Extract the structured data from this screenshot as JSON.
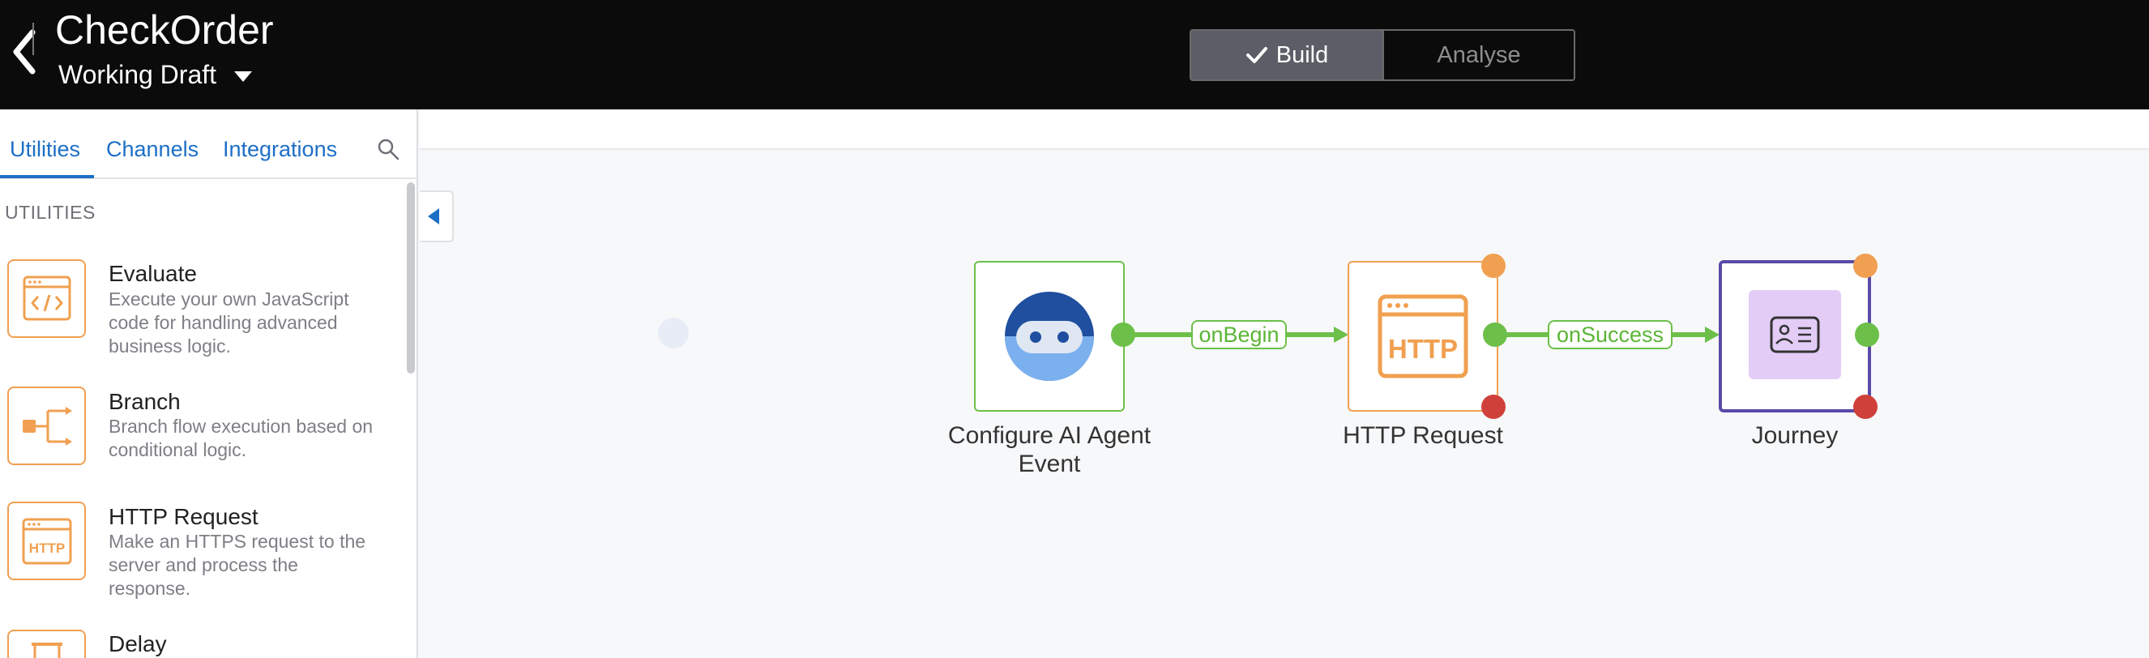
{
  "header": {
    "title": "CheckOrder",
    "version_label": "Working Draft",
    "modes": [
      {
        "label": "Build",
        "active": true
      },
      {
        "label": "Analyse",
        "active": false
      }
    ]
  },
  "sidebar": {
    "tabs": [
      {
        "label": "Utilities",
        "active": true
      },
      {
        "label": "Channels",
        "active": false
      },
      {
        "label": "Integrations",
        "active": false
      }
    ],
    "section_label": "UTILITIES",
    "items": [
      {
        "title": "Evaluate",
        "description": "Execute your own JavaScript code for handling advanced business logic.",
        "icon": "code-window-icon"
      },
      {
        "title": "Branch",
        "description": "Branch flow execution based on conditional logic.",
        "icon": "branch-icon"
      },
      {
        "title": "HTTP Request",
        "description": "Make an HTTPS request to the server and process the response.",
        "icon": "http-window-icon"
      },
      {
        "title": "Delay",
        "description": "",
        "icon": "delay-icon"
      }
    ]
  },
  "canvas": {
    "nodes": [
      {
        "label": "Configure AI Agent Event",
        "icon": "robot-icon"
      },
      {
        "label": "HTTP Request",
        "icon": "http-window-icon",
        "icon_text": "HTTP"
      },
      {
        "label": "Journey",
        "icon": "contact-card-icon"
      }
    ],
    "edges": [
      {
        "label": "onBegin"
      },
      {
        "label": "onSuccess"
      }
    ]
  },
  "colors": {
    "accent_blue": "#1d6fc6",
    "success_green": "#6cc04a",
    "utility_orange": "#f0a050",
    "error_red": "#d0403a",
    "journey_purple": "#5a4aa8",
    "journey_fill": "#e3cdf7"
  }
}
